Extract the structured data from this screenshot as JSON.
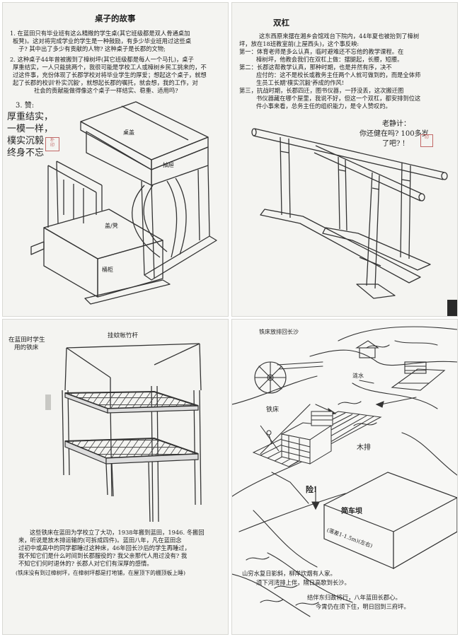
{
  "p1": {
    "title": "桌子的故事",
    "lines": [
      "1. 在蓝田只有毕业班有这么精緻的学生桌(其它班级都是双人骨通桌加",
      "板凳)。这对将完成学业的学生是一种鼓励，有多少毕业班用过这些桌",
      "子? 其中出了多少有贡献的人物? 这种桌子是长郡的文物;",
      "2. 这种桌子44年曾被搬到了樟树坪(其它班级都是每人一个马扎)，桌子",
      "厚重结实，一人只能挑两个，我很可能是学校工人或樟树乡民工挑来的，不",
      "过这件事，充份体现了长郡学校对将毕业学生的厚爱；想起这个桌子，就想",
      "起了长郡的校训'朴实沉毅'，就想起长郡的嘱托，就会想，我的工作，对",
      "社会的贡献能做得像这个桌子一样结实、稳重、适用吗?"
    ],
    "zan_label": "3. 赞:",
    "hand": [
      "厚重结实，",
      "一模一样，",
      "樸实沉毅",
      "终身不忘"
    ],
    "labels": {
      "lid": "桌盖",
      "drawer": "抽屉",
      "seat": "盖/凳",
      "cabinet": "桶柜"
    }
  },
  "p2": {
    "title": "双杠",
    "lines": [
      "这东西原来摆在湘乡会馆戏台下院内，44年夏也被抬到了樟树",
      "坪，放在18班教室前(上屋西头)，这个事反映:",
      "第一：体育老师是多么认真，临时避难还不忘他的教学课程。在",
      "樟树坪，他教会我们在双杠上做：摆腿起，长腰，短腰。",
      "第二：长郡这帮教学认真，那种时期，也是井然有序，决不",
      "应付的：这不是校长或教务主任两个人就可做到的，而是全体师",
      "生员工长期'樸实沉毅'养成的作风!",
      "第三，抗战时期，长郡四迁，图书仪器，一抒没丢，这次搬迁图",
      "书仪器藏在哪个屋里，我说不好，但这一个双杠，都安排到位这",
      "件小事来看，总务主任的组织能力，是令人赞叹的。"
    ],
    "hand": [
      "老静计：",
      "你还健在吗? 100多岁",
      "了吧? !"
    ]
  },
  "p3": {
    "heading": [
      "在蓝田时学生",
      "用的铁床"
    ],
    "pole_label": "挂蚊帐竹杆",
    "lines": [
      "这些铁床在蓝田为学校立了大功，1938年搬到蓝田，1946. 冬搬回",
      "来，听说是放木排运输的(可拆成四件)。蓝田八年，凡在蓝田念",
      "过初中或高中的同学都睡过这种床，46年回长沙后的学生再睡过，",
      "我不知它们是什么时间到长郡服役的? 我父亲那代人用过没有? 我",
      "不知它们何时退休的? 长郡人对它们有深厚的感情。",
      "(铁床没有到过樟树坪，在樟树坪都是打地铺，在屋顶下的棚顶板上睡)"
    ]
  },
  "p4": {
    "labels": {
      "route": "铁床放排回长沙",
      "creek": "涟水",
      "bed": "铁床",
      "raft": "木排",
      "danger": "险!",
      "dam": "简车坝",
      "dam_note": "(落差1-1.5m)(左右)"
    },
    "poem": [
      "山穷水复日影斜，柳岸炊烟有人家。",
      "须下河湾排上伴，隔日高歌到长沙。",
      "结伴东归故将行，八年蓝田长郡心。",
      "今霄仍在须下住，明日回到三府坪。"
    ]
  }
}
